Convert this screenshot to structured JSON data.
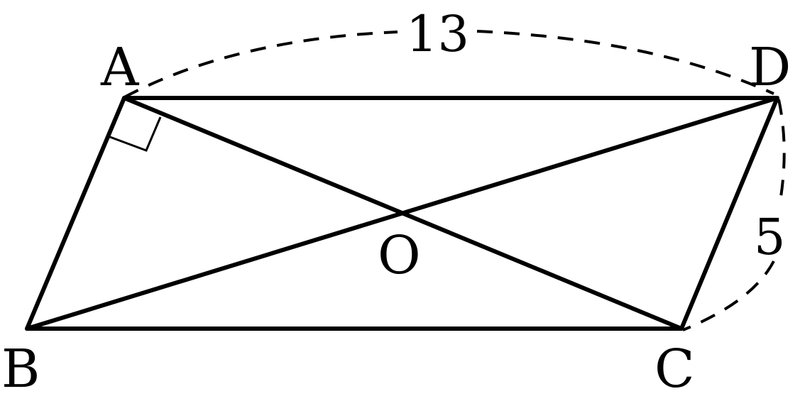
{
  "diagram": {
    "points": {
      "A": "A",
      "B": "B",
      "C": "C",
      "D": "D",
      "O": "O"
    },
    "lengths": {
      "AD": "13",
      "CD": "5"
    },
    "colors": {
      "stroke": "#000000",
      "background": "#ffffff"
    }
  }
}
